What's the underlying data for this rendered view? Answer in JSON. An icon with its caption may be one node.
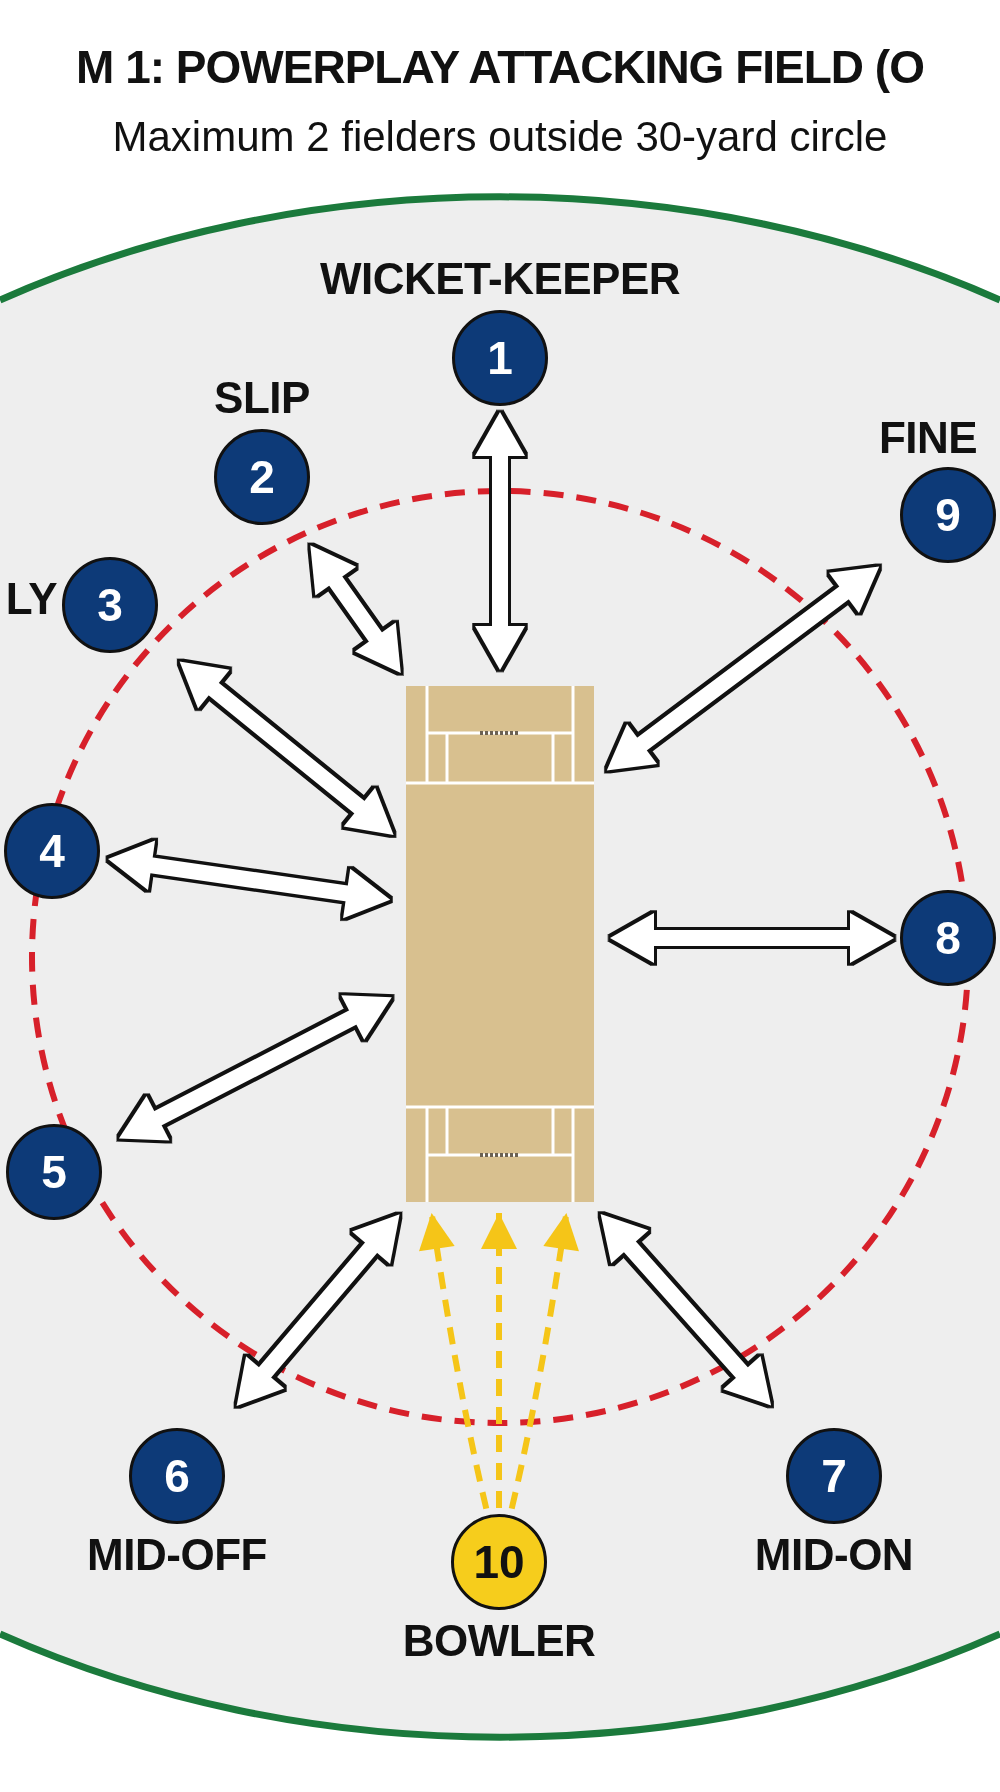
{
  "diagram": {
    "title": "M 1: POWERPLAY ATTACKING FIELD (O",
    "nodes": [
      {
        "text": [
          "1"
        ],
        "beside": [
          "WICKET-KEEPER"
        ]
      },
      {
        "text": [
          "2"
        ],
        "beside": [
          "SLIP"
        ]
      },
      {
        "text": [
          "3"
        ],
        "beside": [
          "LY"
        ]
      },
      {
        "text": [
          "4"
        ]
      },
      {
        "text": [
          "5"
        ]
      },
      {
        "text": [
          "6"
        ],
        "beside": [
          "MID-OFF"
        ]
      },
      {
        "text": [
          "7"
        ],
        "beside": [
          "MID-ON"
        ]
      },
      {
        "text": [
          "8"
        ]
      },
      {
        "text": [
          "9"
        ],
        "beside": [
          "FINE"
        ]
      },
      {
        "text": [
          "10"
        ],
        "beside": [
          "BOWLER"
        ]
      },
      {
        "text": [],
        "shape": "box"
      }
    ],
    "edges": [
      {
        "from": 0,
        "to": 10,
        "arrow": "both"
      },
      {
        "from": 1,
        "to": 10,
        "arrow": "both"
      },
      {
        "from": 2,
        "to": 10,
        "arrow": "both"
      },
      {
        "from": 3,
        "to": 10,
        "arrow": "both"
      },
      {
        "from": 4,
        "to": 10,
        "arrow": "both"
      },
      {
        "from": 5,
        "to": 10,
        "arrow": "both"
      },
      {
        "from": 6,
        "to": 10,
        "arrow": "both"
      },
      {
        "from": 7,
        "to": 10,
        "arrow": "both"
      },
      {
        "from": 8,
        "to": 10,
        "arrow": "both"
      },
      {
        "from": 9,
        "to": 10,
        "arrow": "to",
        "style": "dashed",
        "color": "#f5c518"
      },
      {
        "from": 9,
        "to": 10,
        "arrow": "to",
        "style": "dashed",
        "color": "#f5c518"
      },
      {
        "from": 9,
        "to": 10,
        "arrow": "to",
        "style": "dashed",
        "color": "#f5c518"
      }
    ],
    "labels": [
      "Maximum 2 fielders outside 30-yard circle"
    ]
  }
}
